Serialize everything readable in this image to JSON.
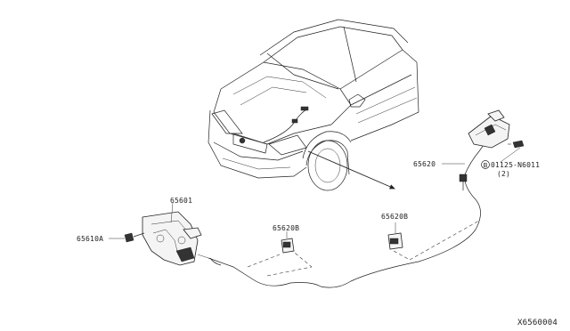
{
  "labels": {
    "hood_lock_control": "65601",
    "bolt_lock": "65610A",
    "clip_left": "65620B",
    "clip_right": "65620B",
    "hood_lock_cable": "65620",
    "bolt_code": "01125-N6011",
    "bolt_qty": "(2)",
    "diagram_code": "X6560004"
  },
  "icons": {
    "bolt_marker": "circle-B-icon"
  }
}
